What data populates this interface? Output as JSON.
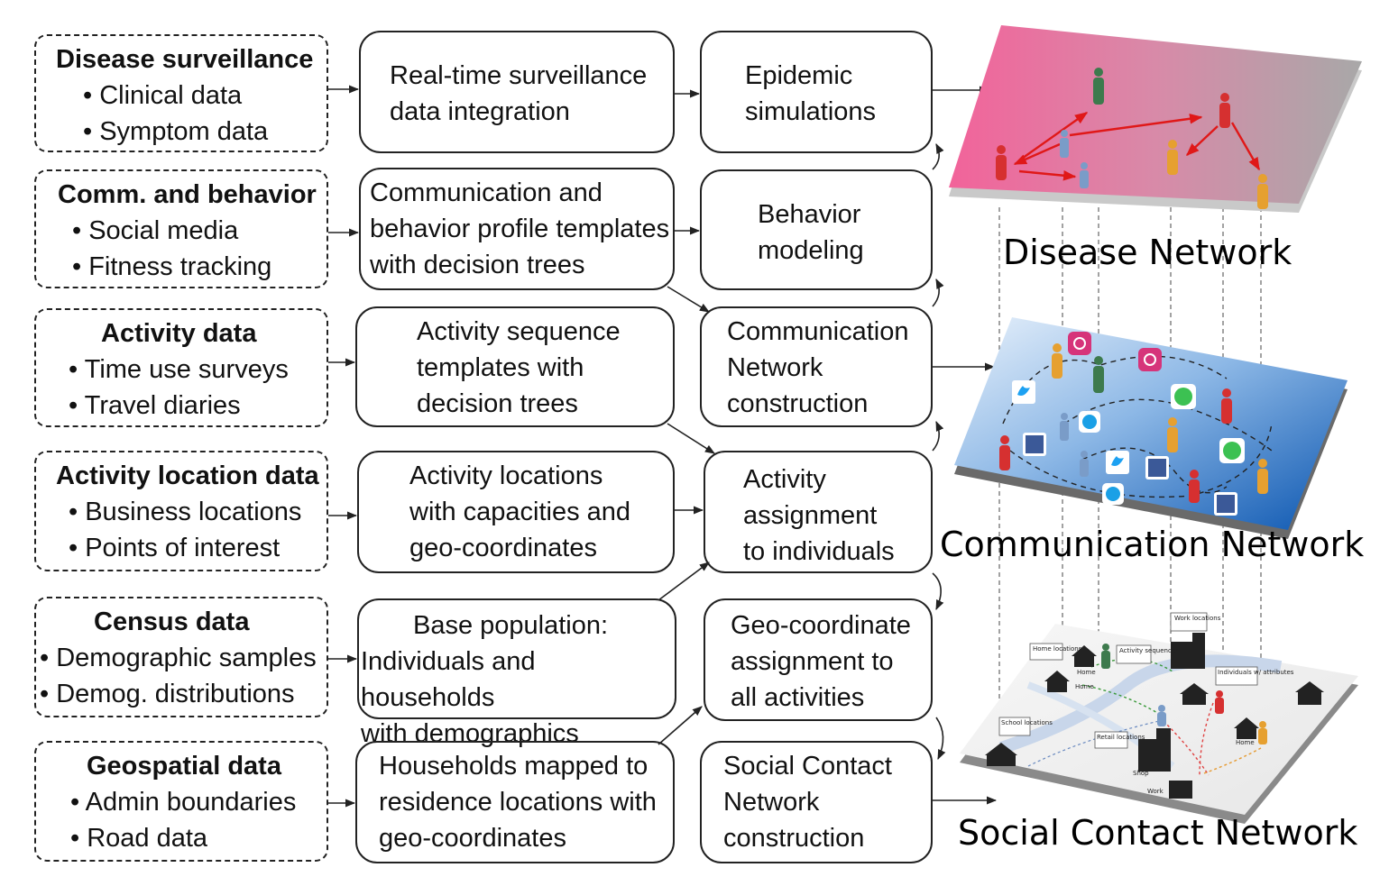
{
  "sources": [
    {
      "title": "Disease surveillance",
      "items": [
        "• Clinical data",
        "• Symptom data"
      ]
    },
    {
      "title": "Comm. and behavior",
      "items": [
        "• Social media",
        "• Fitness tracking"
      ]
    },
    {
      "title": "Activity data",
      "items": [
        "• Time use surveys",
        "• Travel diaries"
      ]
    },
    {
      "title": "Activity location data",
      "items": [
        "• Business locations",
        "• Points of interest"
      ]
    },
    {
      "title": "Census data",
      "items": [
        "• Demographic samples",
        "• Demog. distributions"
      ]
    },
    {
      "title": "Geospatial data",
      "items": [
        "• Admin boundaries",
        "• Road data"
      ]
    }
  ],
  "middle": [
    [
      "Real-time surveillance",
      "data integration"
    ],
    [
      "Communication and",
      "behavior profile templates",
      "with decision trees"
    ],
    [
      "Activity sequence",
      "templates with",
      "decision trees"
    ],
    [
      "Activity locations",
      "with capacities and",
      "geo-coordinates"
    ],
    [
      "Base population:",
      "Individuals and households",
      "with demographics"
    ],
    [
      "Households mapped to",
      "residence locations with",
      "geo-coordinates"
    ]
  ],
  "right": [
    [
      "Epidemic",
      "simulations"
    ],
    [
      "Behavior",
      "modeling"
    ],
    [
      "Communication",
      "Network",
      "construction"
    ],
    [
      "Activity",
      "assignment",
      "to individuals"
    ],
    [
      "Geo-coordinate",
      "assignment to",
      "all activities"
    ],
    [
      "Social Contact",
      "Network",
      "construction"
    ]
  ],
  "networks": {
    "disease": "Disease Network",
    "communication": "Communication Network",
    "social": "Social Contact Network"
  },
  "map_labels": {
    "work": "Work locations",
    "home": "Home locations",
    "activity": "Activity sequences",
    "individuals": "Individuals w/ attributes",
    "school": "School locations",
    "retail": "Retail locations",
    "home1": "Home",
    "home2": "Home",
    "home3": "Home",
    "shop": "Shop",
    "work2": "Work"
  },
  "colors": {
    "disease_pink": "#f06fa0",
    "comm_blue": "#1a6fc4",
    "person_red": "#d63030",
    "person_green": "#3d7a4d",
    "person_orange": "#e6a030",
    "person_blue": "#7a9cc8"
  }
}
